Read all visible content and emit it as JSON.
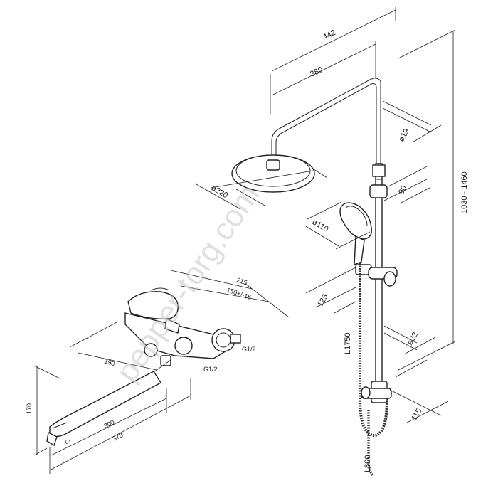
{
  "watermark": "pepper-torg.com",
  "shower": {
    "width_total": "442",
    "arm_length": "380",
    "pipe_diameter_top": "ø19",
    "head_diameter": "ø220",
    "holder_offset": "90",
    "hand_shower_diameter": "ø110",
    "hand_holder_offset": "125",
    "rod_diameter": "ø22",
    "height_range": "1030 - 1460",
    "hose_length": "L1750",
    "lower_bracket_offset": "115",
    "hose_lower": "L600"
  },
  "mixer": {
    "depth_total": "215",
    "eccentric_range": "150+/-15",
    "connection_right": "G1/2",
    "connection_left": "G1/2",
    "body_width": "190",
    "spout_reach": "300",
    "spout_total": "373",
    "height": "170",
    "spout_angle": "0°"
  }
}
